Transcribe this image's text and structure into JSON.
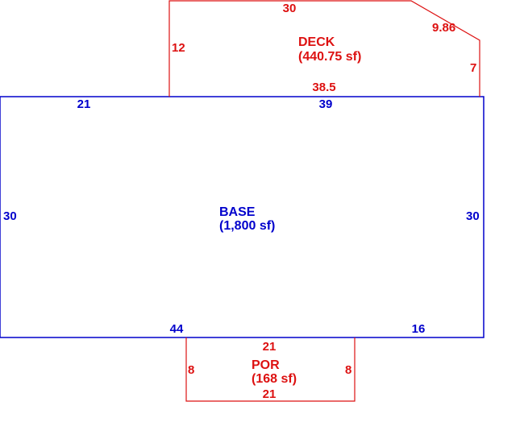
{
  "colors": {
    "base": "#0000cc",
    "addition": "#dd1111",
    "background": "#ffffff"
  },
  "areas": {
    "base": {
      "name": "BASE",
      "area": "(1,800 sf)",
      "dims": {
        "top_left": "21",
        "top_right": "39",
        "left": "30",
        "right": "30",
        "bottom_left": "44",
        "bottom_right": "16"
      }
    },
    "deck": {
      "name": "DECK",
      "area": "(440.75 sf)",
      "dims": {
        "top": "30",
        "diagonal": "9.86",
        "left": "12",
        "right": "7",
        "bottom": "38.5"
      }
    },
    "porch": {
      "name": "POR",
      "area": "(168 sf)",
      "dims": {
        "top": "21",
        "bottom": "21",
        "left": "8",
        "right": "8"
      }
    }
  }
}
